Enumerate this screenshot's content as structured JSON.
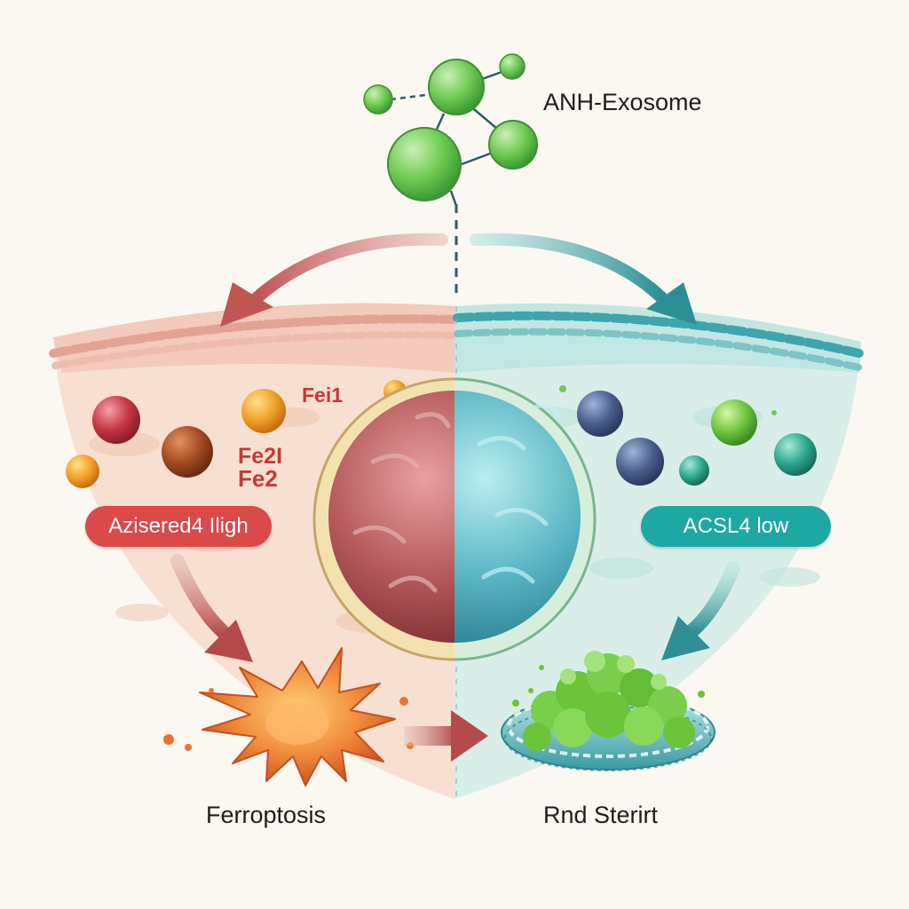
{
  "labels": {
    "exosome": "ANH-Exosome",
    "fe_a": "Fei1",
    "fe_b": "Fe2I",
    "fe_c": "Fe2",
    "acsl4_high": "Azisered4 Iligh",
    "acsl4_low": "ACSL4 low",
    "ferroptosis": "Ferroptosis",
    "right_outcome": "Rnd Sterirt"
  },
  "colors": {
    "background": "#fbf8f2",
    "left_panel": "#f6dccb",
    "right_panel": "#d2ece8",
    "red_accent": "#d94a48",
    "teal_accent": "#1ea8a3",
    "exosome_green": "#6cc94e",
    "ferroptosis_orange": "#e8742e",
    "cluster_green": "#79cf4c"
  }
}
